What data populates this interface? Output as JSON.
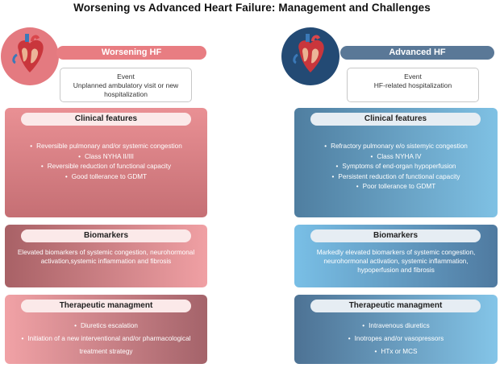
{
  "title": "Worsening vs Advanced Heart Failure: Management and Challenges",
  "left": {
    "header": "Worsening HF",
    "event_label": "Event",
    "event_text": "Unplanned ambulatory visit or new hospitalization",
    "clinical": {
      "title": "Clinical features",
      "items": [
        "Reversible pulmonary and/or systemic congestion",
        "Class NYHA II/III",
        "Reversible reduction of functional capacity",
        "Good tollerance to GDMT"
      ]
    },
    "biomarkers": {
      "title": "Biomarkers",
      "text": "Elevated biomarkers of systemic congestion, neurohormonal activation,systemic inflammation and fibrosis"
    },
    "therapy": {
      "title": "Therapeutic managment",
      "items": [
        "Diuretics escalation",
        "Initiation of a new interventional and/or pharmacological treatment strategy"
      ]
    },
    "icon": "heart-icon",
    "accent": "#e87d82"
  },
  "right": {
    "header": "Advanced HF",
    "event_label": "Event",
    "event_text": "HF-related hospitalization",
    "clinical": {
      "title": "Clinical features",
      "items": [
        "Refractory pulmonary e/o sistemyic congestion",
        "Class NYHA IV",
        "Symptoms of end-organ hypoperfusion",
        "Persistent reduction of functional capacity",
        "Poor tollerance to GDMT"
      ]
    },
    "biomarkers": {
      "title": "Biomarkers",
      "text": "Markedly elevated biomarkers of systemic congestion, neurohormonal activation, systemic inflammation, hypoperfusion and fibrosis"
    },
    "therapy": {
      "title": "Therapeutic managment",
      "items": [
        "Intravenous diuretics",
        "Inotropes and/or vasopressors",
        "HTx or MCS"
      ]
    },
    "icon": "heart-icon",
    "accent": "#5a7897"
  }
}
